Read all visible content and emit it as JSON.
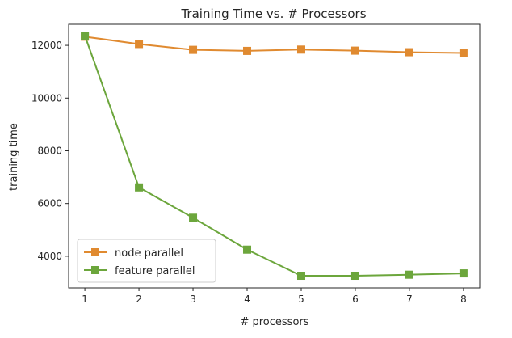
{
  "chart_data": {
    "type": "line",
    "title": "Training Time vs. # Processors",
    "xlabel": "# processors",
    "ylabel": "training time",
    "x": [
      1,
      2,
      3,
      4,
      5,
      6,
      7,
      8
    ],
    "xlim": [
      0.7,
      8.3
    ],
    "ylim": [
      2800,
      12800
    ],
    "yticks": [
      4000,
      6000,
      8000,
      10000,
      12000
    ],
    "xticks": [
      1,
      2,
      3,
      4,
      5,
      6,
      7,
      8
    ],
    "grid": false,
    "legend_position": "lower-left",
    "marker": "square",
    "series": [
      {
        "name": "node parallel",
        "color": "#e08a30",
        "values": [
          12330,
          12050,
          11830,
          11790,
          11840,
          11800,
          11740,
          11710
        ]
      },
      {
        "name": "feature parallel",
        "color": "#6ca63c",
        "values": [
          12370,
          6610,
          5460,
          4250,
          3260,
          3260,
          3300,
          3350
        ]
      }
    ]
  }
}
